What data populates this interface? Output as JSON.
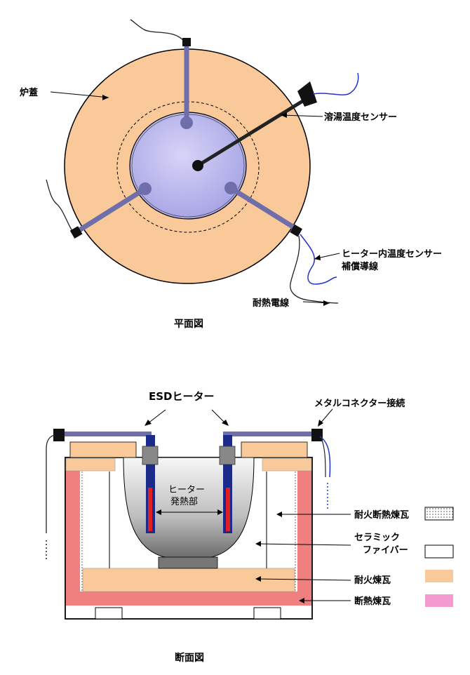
{
  "plan": {
    "title": "平面図",
    "labels": {
      "lid": "炉蓋",
      "melt_sensor": "溶湯温度センサー",
      "heater_sensor_line1": "ヒーター内温度センサー",
      "heater_sensor_line2": "補償導線",
      "cable": "耐熱電線"
    }
  },
  "section": {
    "title": "断面図",
    "labels": {
      "esd_heater": "ESDヒーター",
      "metal_connector": "メタルコネクター接続",
      "heating_part_line1": "ヒーター",
      "heating_part_line2": "発熱部"
    },
    "legend": [
      {
        "line1": "耐火断熱煉瓦",
        "line2": "",
        "swatch": "dotted",
        "color": "#ffffff"
      },
      {
        "line1": "セラミック",
        "line2": "ファイバー",
        "swatch": "plain",
        "color": "#ffffff"
      },
      {
        "line1": "耐火煉瓦",
        "line2": "",
        "swatch": "plain",
        "color": "#f9c99a"
      },
      {
        "line1": "断熱煉瓦",
        "line2": "",
        "swatch": "plain",
        "color": "#f59ad0"
      }
    ]
  },
  "colors": {
    "lid": "#f9c99a",
    "crucible": "#b8b4ec",
    "arm": "#6e6eaa",
    "insulating_brick": "#f08080",
    "refractory_brick": "#f9c99a",
    "heater_body": "#1c2a8a",
    "heater_element": "#e02020",
    "cable_blue": "#2233cc"
  }
}
